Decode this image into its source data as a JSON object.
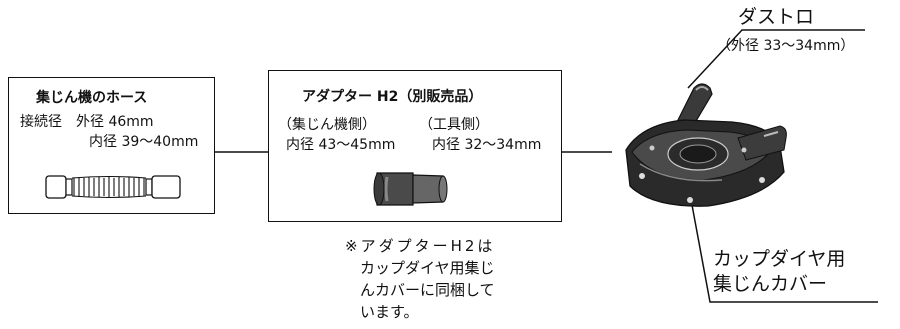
{
  "hose_box": {
    "title": "集じん機のホース",
    "connection_label": "接続径",
    "outer_diameter": "外径 46mm",
    "inner_diameter": "内径 39～40mm"
  },
  "adapter_box": {
    "title": "アダプター H2（別販売品）",
    "dust_side_label": "（集じん機側）",
    "tool_side_label": "（工具側）",
    "dust_side_diameter": "内径 43～45mm",
    "tool_side_diameter": "内径 32～34mm"
  },
  "note": {
    "line1": "※アダプターH2は",
    "line2": "カップダイヤ用集じ",
    "line3": "んカバーに同梱して",
    "line4": "います。"
  },
  "dust_port": {
    "label": "ダストロ",
    "diameter": "（外径 33～34mm）"
  },
  "cover": {
    "line1": "カップダイヤ用",
    "line2": "集じんカバー"
  },
  "colors": {
    "line": "#111111",
    "adapter_fill": "#555555",
    "cover_fill": "#2a2a2a"
  }
}
